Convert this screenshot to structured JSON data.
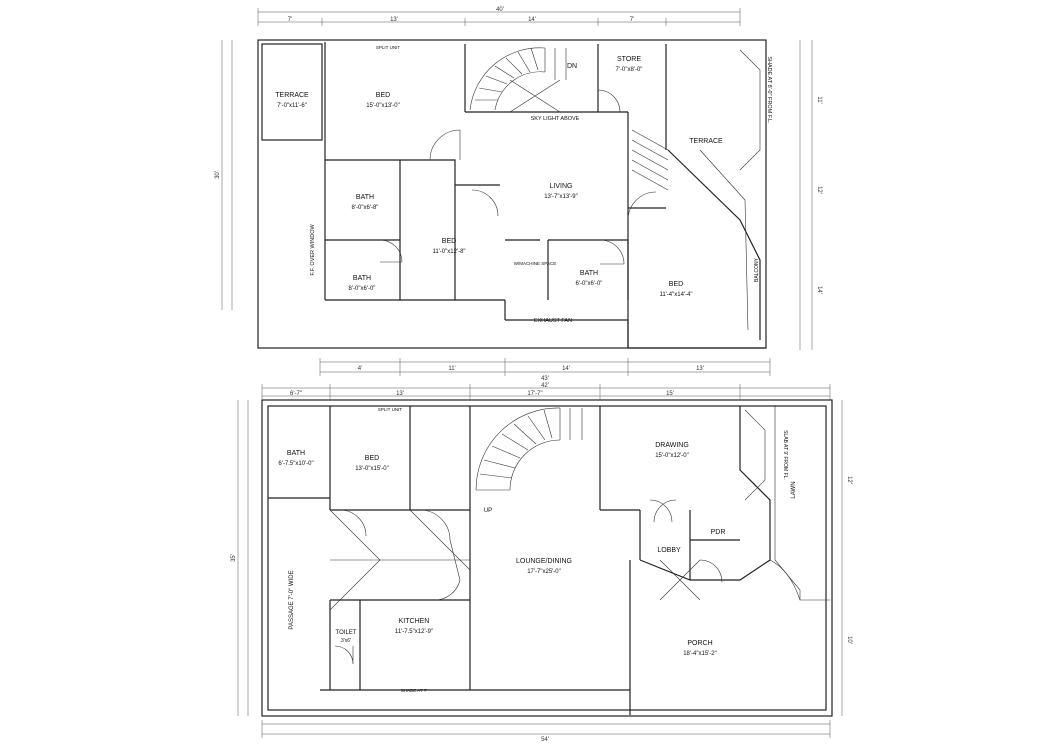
{
  "first_floor": {
    "rooms": {
      "terrace_left": {
        "name": "TERRACE",
        "size": "7'-0\"x11'-6\""
      },
      "bed_1": {
        "name": "BED",
        "size": "15'-0\"x13'-0\""
      },
      "store": {
        "name": "STORE",
        "size": "7'-0\"x8'-0\""
      },
      "terrace_right": {
        "name": "TERRACE",
        "size": ""
      },
      "living": {
        "name": "LIVING",
        "size": "13'-7\"x13'-9\""
      },
      "bath_1": {
        "name": "BATH",
        "size": "8'-0\"x6'-8\""
      },
      "bed_2": {
        "name": "BED",
        "size": "11'-0\"x12'-8\""
      },
      "bath_2": {
        "name": "BATH",
        "size": "8'-0\"x6'-0\""
      },
      "bath_3": {
        "name": "BATH",
        "size": "6'-0\"x6'-0\""
      },
      "bed_3": {
        "name": "BED",
        "size": "11'-4\"x14'-4\""
      }
    },
    "notes": {
      "stair_dn": "DN",
      "sky_light": "SKY LIGHT ABOVE",
      "exhaust": "EXHAUST FAN",
      "window": "F.F. OVER WINDOW",
      "shade": "SHADE AT 8'-0\" FROM F.L.",
      "balcony": "BALCONY",
      "split_unit": "SPLIT UNIT",
      "washing": "W/MACHINE SPACE"
    }
  },
  "ground_floor": {
    "rooms": {
      "bath": {
        "name": "BATH",
        "size": "6'-7.5\"x10'-0\""
      },
      "bed": {
        "name": "BED",
        "size": "13'-0\"x15'-0\""
      },
      "drawing": {
        "name": "DRAWING",
        "size": "15'-0\"x12'-0\""
      },
      "lounge": {
        "name": "LOUNGE/DINING",
        "size": "17'-7\"x25'-0\""
      },
      "lobby": {
        "name": "LOBBY",
        "size": ""
      },
      "pdr": {
        "name": "PDR",
        "size": ""
      },
      "kitchen": {
        "name": "KITCHEN",
        "size": "11'-7.5\"x12'-9\""
      },
      "toilet": {
        "name": "TOILET",
        "size": "3'x6'"
      },
      "porch": {
        "name": "PORCH",
        "size": "18'-4\"x15'-2\""
      },
      "lawn": {
        "name": "LAWN",
        "size": ""
      }
    },
    "notes": {
      "passage": "PASSAGE 7'-0\" WIDE",
      "stair_up": "UP",
      "slab": "SLAB AT 9' FROM FL.",
      "split_unit": "SPLIT UNIT",
      "shade": "SHADE AT 7'"
    }
  },
  "dimensions": {
    "ff_top_overall": "40'",
    "ff_bottom_overall": "43'",
    "gf_bottom_overall": "54'",
    "ff_left_overall": "30'",
    "gf_left_overall": "35'",
    "gf_top_overall": "42'",
    "ff_top_segments": [
      "7'",
      "13'",
      "14'",
      "7'"
    ],
    "ff_bottom_segments": [
      "4'",
      "11'",
      "14'",
      "13'"
    ],
    "gf_top_segments": [
      "6'-7\"",
      "13'",
      "17'-7\"",
      "15'"
    ],
    "ff_right_segments": [
      "11'",
      "12'",
      "14'"
    ],
    "gf_right_segments": [
      "12'",
      "10'"
    ]
  }
}
